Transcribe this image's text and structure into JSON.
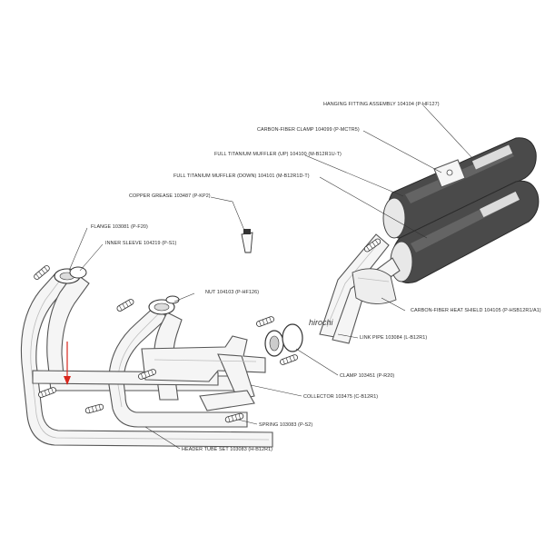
{
  "labels": {
    "hanging_fitting": "HANGING FITTING ASSEMBLY 104104 (P-HF127)",
    "carbon_clamp": "CARBON-FIBER CLAMP 104099 (P-MCTR5)",
    "muffler_up": "FULL TITANIUM MUFFLER (UP) 104100 (M-B12R1U-T)",
    "muffler_down": "FULL TITANIUM MUFFLER (DOWN) 104101 (M-B12R1D-T)",
    "copper_grease": "COPPER GREASE 103487 (P-KP2)",
    "flange": "FLANGE 103081 (P-F20)",
    "inner_sleeve": "INNER SLEEVE 104219 (P-S1)",
    "nut": "NUT 104103 (P-HF126)",
    "heat_shield": "CARBON-FIBER HEAT SHIELD 104105 (P-HSB12R1/A1)",
    "link_pipe": "LINK PIPE 103084 (L-B12R1)",
    "clamp": "CLAMP 103451 (P-R20)",
    "collector": "COLLECTOR 103475 (C-B12R1)",
    "spring": "SPRING 103083 (P-S2)",
    "header_tube": "HEADER TUBE SET 103083 (H-B12R1)"
  },
  "watermark": "hirochi",
  "colors": {
    "line": "#555555",
    "muffler": "#4a4a4a",
    "pointer_arrow": "#d9261c"
  }
}
